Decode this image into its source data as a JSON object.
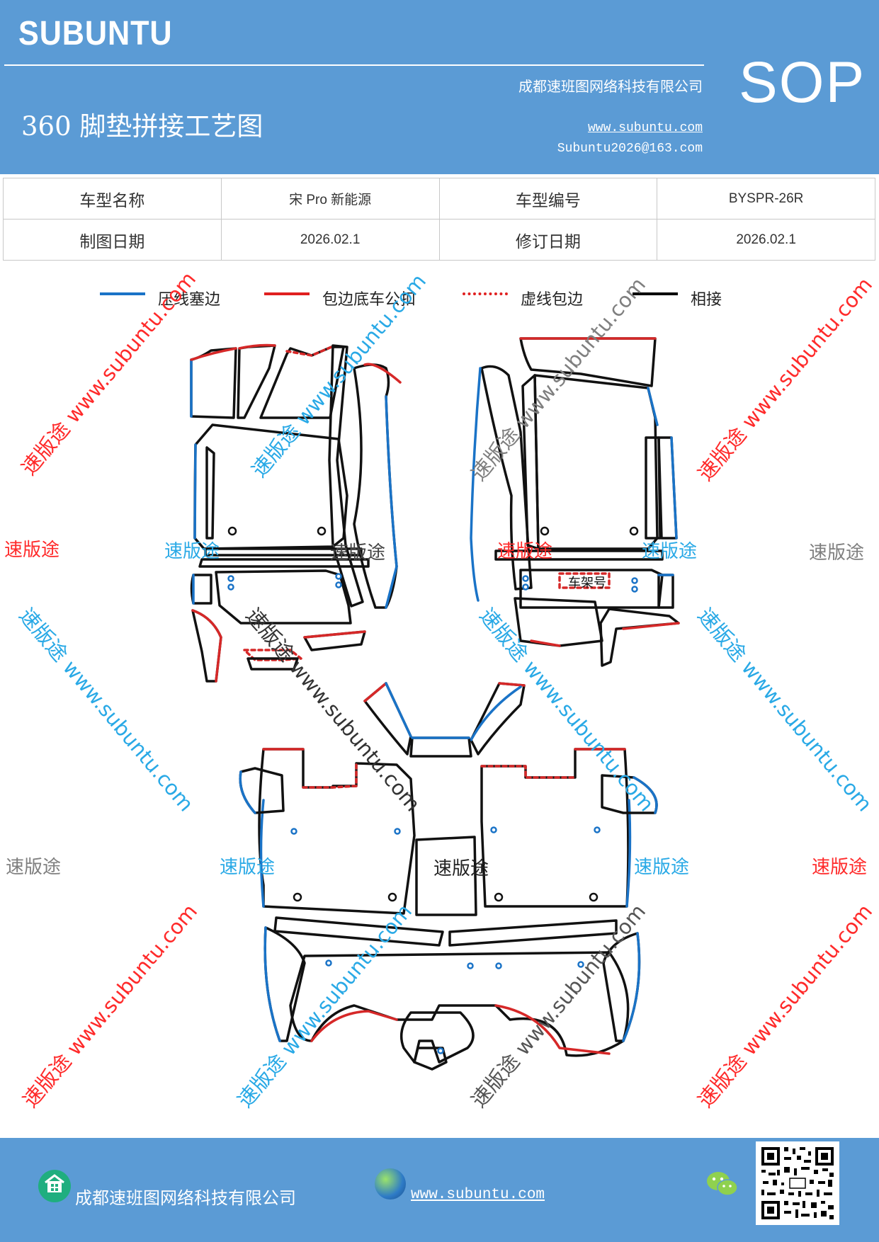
{
  "header": {
    "brand": "SUBUNTU",
    "title": "360 脚垫拼接工艺图",
    "company": "成都速班图网络科技有限公司",
    "website": "www.subuntu.com",
    "email": "Subuntu2026@163.com",
    "badge": "SOP"
  },
  "info": {
    "row1": {
      "label_a": "车型名称",
      "value_a": "宋 Pro 新能源",
      "label_b": "车型编号",
      "value_b": "BYSPR-26R"
    },
    "row2": {
      "label_a": "制图日期",
      "value_a": "2026.02.1",
      "label_b": "修订日期",
      "value_b": "2026.02.1"
    }
  },
  "legend": [
    {
      "label": "压线塞边",
      "color": "#1a73c7",
      "style": "solid"
    },
    {
      "label": "包边底车公扣",
      "color": "#e02020",
      "style": "solid"
    },
    {
      "label": "虚线包边",
      "color": "#e02020",
      "style": "dotted"
    },
    {
      "label": "相接",
      "color": "#000000",
      "style": "solid"
    }
  ],
  "diagram": {
    "frame_label": "车架号",
    "colors": {
      "pressed": "#1a73c7",
      "wrapped": "#d62828",
      "joined": "#111111"
    }
  },
  "watermarks": {
    "brand": "速版途",
    "diagonal": "速版途 www.subuntu.com"
  },
  "footer": {
    "company": "成都速班图网络科技有限公司",
    "website": "www.subuntu.com"
  }
}
